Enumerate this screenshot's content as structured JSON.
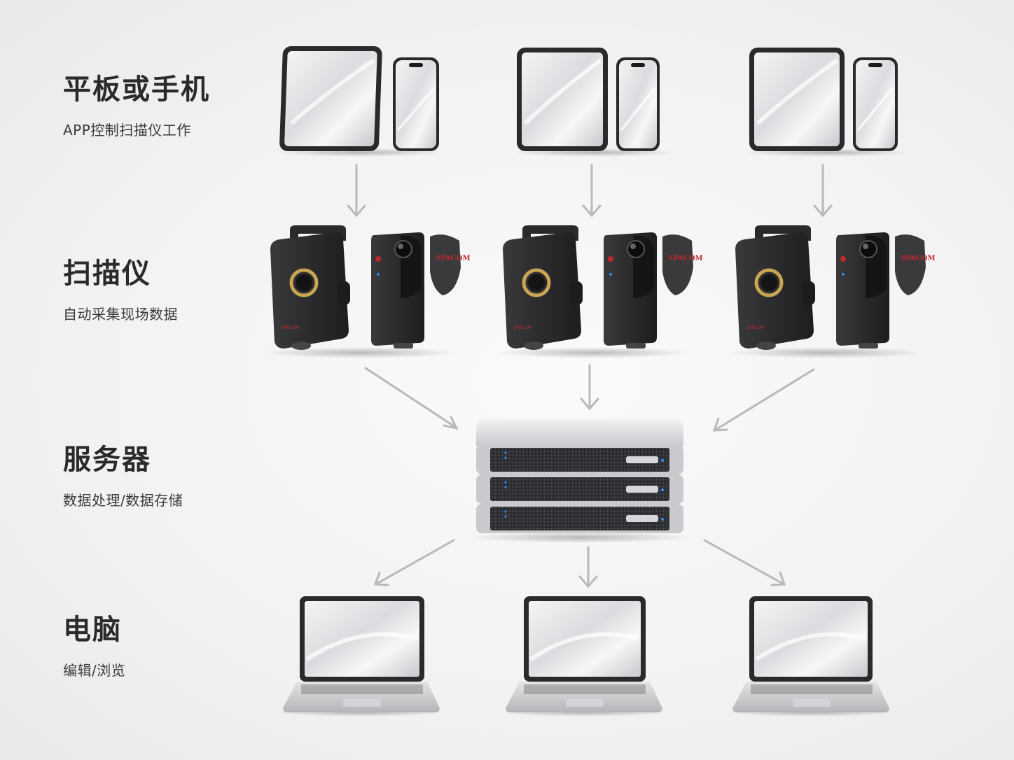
{
  "tiers": [
    {
      "title": "平板或手机",
      "subtitle": "APP控制扫描仪工作"
    },
    {
      "title": "扫描仪",
      "subtitle": "自动采集现场数据"
    },
    {
      "title": "服务器",
      "subtitle": "数据处理/数据存储"
    },
    {
      "title": "电脑",
      "subtitle": "编辑/浏览"
    }
  ],
  "device_brand": "SPACOM",
  "colors": {
    "arrow": "#b9b9b9",
    "device_body": "#2e2e30",
    "accent_gold": "#c9a653",
    "brand_red": "#c0282d",
    "server_light": "#2f8cff"
  }
}
